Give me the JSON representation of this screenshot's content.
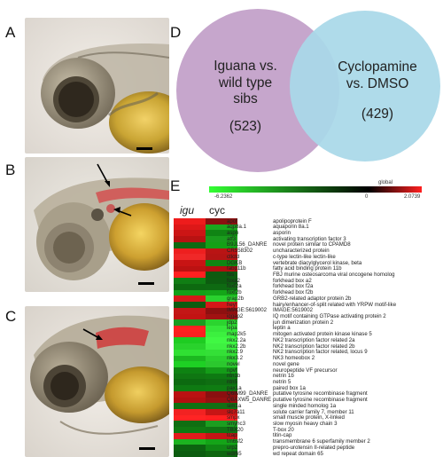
{
  "panels": {
    "a": "A",
    "b": "B",
    "c": "C",
    "d": "D",
    "e": "E"
  },
  "venn": {
    "left_title": "Iguana vs. wild type sibs",
    "left_title_lines": [
      "Iguana vs.",
      "wild type",
      "sibs"
    ],
    "left_count": "(523)",
    "right_title_lines": [
      "Cyclopamine",
      "vs. DMSO"
    ],
    "right_count": "(429)",
    "left_color": "#c6a6cc",
    "right_color": "#a9d8e8"
  },
  "colorbar": {
    "title": "global",
    "min_label": "-6.2362",
    "mid_label": "0",
    "max_label": "2.0739",
    "colors": [
      "#33ff33",
      "#000000",
      "#ff2020"
    ]
  },
  "heatmap": {
    "col_headers": [
      "igu",
      "cyc"
    ],
    "genes": [
      {
        "symbol": "apof",
        "description": "apolipoprotein F"
      },
      {
        "symbol": "aqp8a.1",
        "description": "aquaporin 8a.1"
      },
      {
        "symbol": "aspn",
        "description": "asporin"
      },
      {
        "symbol": "atf3",
        "description": "activating transcription factor 3"
      },
      {
        "symbol": "B9JL56_DANRE",
        "description": "novel protein similar to CPAMD8"
      },
      {
        "symbol": "CR558302",
        "description": "uncharacterized protein"
      },
      {
        "symbol": "ctlctd",
        "description": "c-type lectin-like lectin-like"
      },
      {
        "symbol": "DGKB",
        "description": "vertebrate diacylglycerol kinase, beta"
      },
      {
        "symbol": "fabp11b",
        "description": "fatty acid binding protein 11b"
      },
      {
        "symbol": "fos",
        "description": "FBJ murine osteosarcoma viral oncogene homolog"
      },
      {
        "symbol": "foxa2",
        "description": "forkhead box a2"
      },
      {
        "symbol": "foxf2a",
        "description": "forkhead box f2a"
      },
      {
        "symbol": "foxf2b",
        "description": "forkhead box f2b"
      },
      {
        "symbol": "grap2b",
        "description": "GRB2-related adaptor protein 2b"
      },
      {
        "symbol": "hey!",
        "description": "hairy/enhancer-of-split related with YRPW motif-like"
      },
      {
        "symbol": "IMAGE:5619002",
        "description": "IMAGE:5619002"
      },
      {
        "symbol": "iqgap2",
        "description": "IQ motif containing GTPase activating protein 2"
      },
      {
        "symbol": "jdp2",
        "description": "jun dimerization protein 2"
      },
      {
        "symbol": "lepa",
        "description": "leptin a"
      },
      {
        "symbol": "map2k5",
        "description": "mitogen activated protein kinase kinase 5"
      },
      {
        "symbol": "nkx2.2a",
        "description": "NK2 transcription factor related 2a"
      },
      {
        "symbol": "nkx2.2b",
        "description": "NK2 transcription factor related 2b"
      },
      {
        "symbol": "nkx2.9",
        "description": "NK2 transcription factor related, locus 9"
      },
      {
        "symbol": "nkx3.2",
        "description": "NK3 homeobox 2"
      },
      {
        "symbol": "novel",
        "description": "novel gene"
      },
      {
        "symbol": "npvf",
        "description": "neuropeptide VF precursor"
      },
      {
        "symbol": "ntn1b",
        "description": "netrin 1b"
      },
      {
        "symbol": "ntn5",
        "description": "netrin 5"
      },
      {
        "symbol": "pax1a",
        "description": "paired box 1a"
      },
      {
        "symbol": "Q6IM99_DANRE",
        "description": "putative tyrosine recombinase fragment"
      },
      {
        "symbol": "Q8AXW5_DANRE",
        "description": "putative tyrosine recombinase fragment"
      },
      {
        "symbol": "sim1a",
        "description": "single minded homolog 1a"
      },
      {
        "symbol": "slc7a11",
        "description": "solute carrier family 7, member 11"
      },
      {
        "symbol": "smpx",
        "description": "small muscle protein, X-linked"
      },
      {
        "symbol": "smyhc3",
        "description": "slow myosin heavy chain 3"
      },
      {
        "symbol": "TBX20",
        "description": "T-box 20"
      },
      {
        "symbol": "tcap",
        "description": "titin-cap"
      },
      {
        "symbol": "tm6sf2",
        "description": "transmembrane 6 superfamily member 2"
      },
      {
        "symbol": "urp2",
        "description": "prepro-urotensin II-related peptide"
      },
      {
        "symbol": "wdr65",
        "description": "wd repeat domain 65"
      }
    ],
    "igu_colors": [
      "#ee1c1c",
      "#dd1818",
      "#cc1515",
      "#b81212",
      "#0f6a12",
      "#ee1f1f",
      "#f02828",
      "#c81414",
      "#bb1212",
      "#ff2020",
      "#107e14",
      "#0d6a10",
      "#14a018",
      "#d51818",
      "#0c5c10",
      "#c41616",
      "#c31313",
      "#1c9c20",
      "#ff2020",
      "#fa2020",
      "#1ecc22",
      "#29d22c",
      "#30e033",
      "#1cb820",
      "#1ed024",
      "#0e8212",
      "#0f7612",
      "#0c6a10",
      "#0e7a12",
      "#ba1212",
      "#b21010",
      "#0f7212",
      "#f22222",
      "#ff2424",
      "#0f6e12",
      "#0f7a12",
      "#e21c1c",
      "#1cb420",
      "#0c6410",
      "#0c5c10"
    ],
    "cyc_colors": [
      "#8a1010",
      "#1ba81e",
      "#108414",
      "#1a9c1d",
      "#14a016",
      "#b91414",
      "#b41414",
      "#108612",
      "#b01010",
      "#0e5a10",
      "#0d5c10",
      "#0e6a12",
      "#14a618",
      "#2ad12e",
      "#d51818",
      "#8e1010",
      "#a11212",
      "#2bd42f",
      "#36e63a",
      "#3cf03f",
      "#40f843",
      "#3ef041",
      "#34e037",
      "#2bd02e",
      "#2bc82e",
      "#149c18",
      "#0e7a12",
      "#0f6e12",
      "#0f7c12",
      "#8a1010",
      "#961111",
      "#126f14",
      "#c71515",
      "#ff2020",
      "#1c9e20",
      "#107414",
      "#c51515",
      "#14a418",
      "#108614",
      "#0e6610"
    ]
  },
  "embryo_b_arrows": 2,
  "embryo_c_arrows": 1
}
